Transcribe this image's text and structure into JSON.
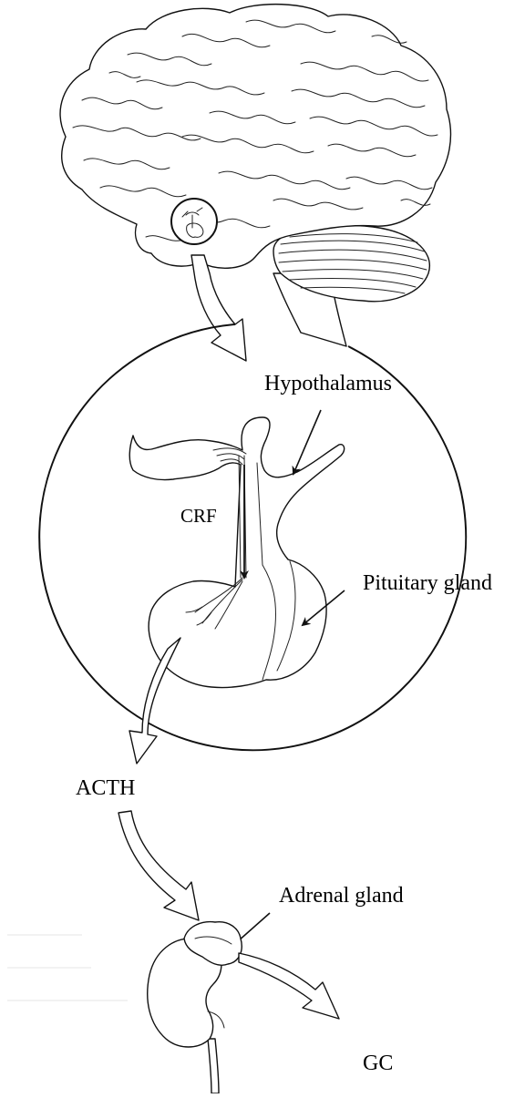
{
  "labels": {
    "hypothalamus": "Hypothalamus",
    "crf": "CRF",
    "pituitary": "Pituitary gland",
    "acth": "ACTH",
    "adrenal": "Adrenal gland",
    "gc": "GC"
  }
}
